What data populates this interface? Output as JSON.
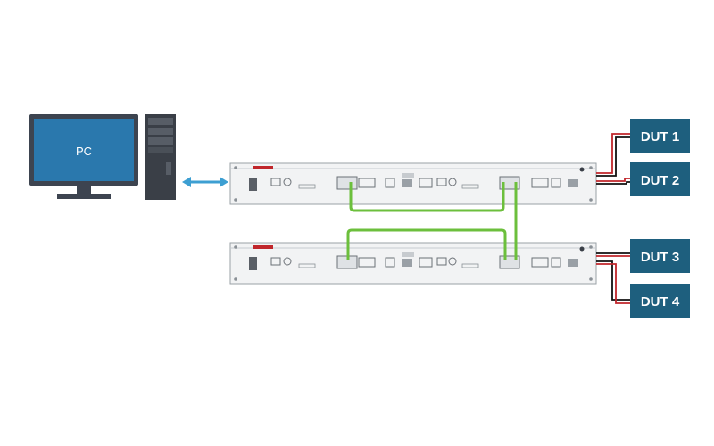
{
  "pc": {
    "label": "PC"
  },
  "duts": [
    "DUT 1",
    "DUT 2",
    "DUT 3",
    "DUT 4"
  ],
  "colors": {
    "monitor_screen": "#2a78ad",
    "monitor_frame": "#3d4450",
    "tower": "#3a3f47",
    "dut_box": "#1e5f7e",
    "link_arrow": "#3d9fd2",
    "cable_green": "#6cbf3c",
    "brand_red": "#c0262b",
    "rack_panel": "#f2f3f4"
  },
  "icons": [
    "desktop-monitor-icon",
    "pc-tower-icon",
    "bidirectional-arrow-icon",
    "rack-unit-icon",
    "dut-box-icon"
  ]
}
